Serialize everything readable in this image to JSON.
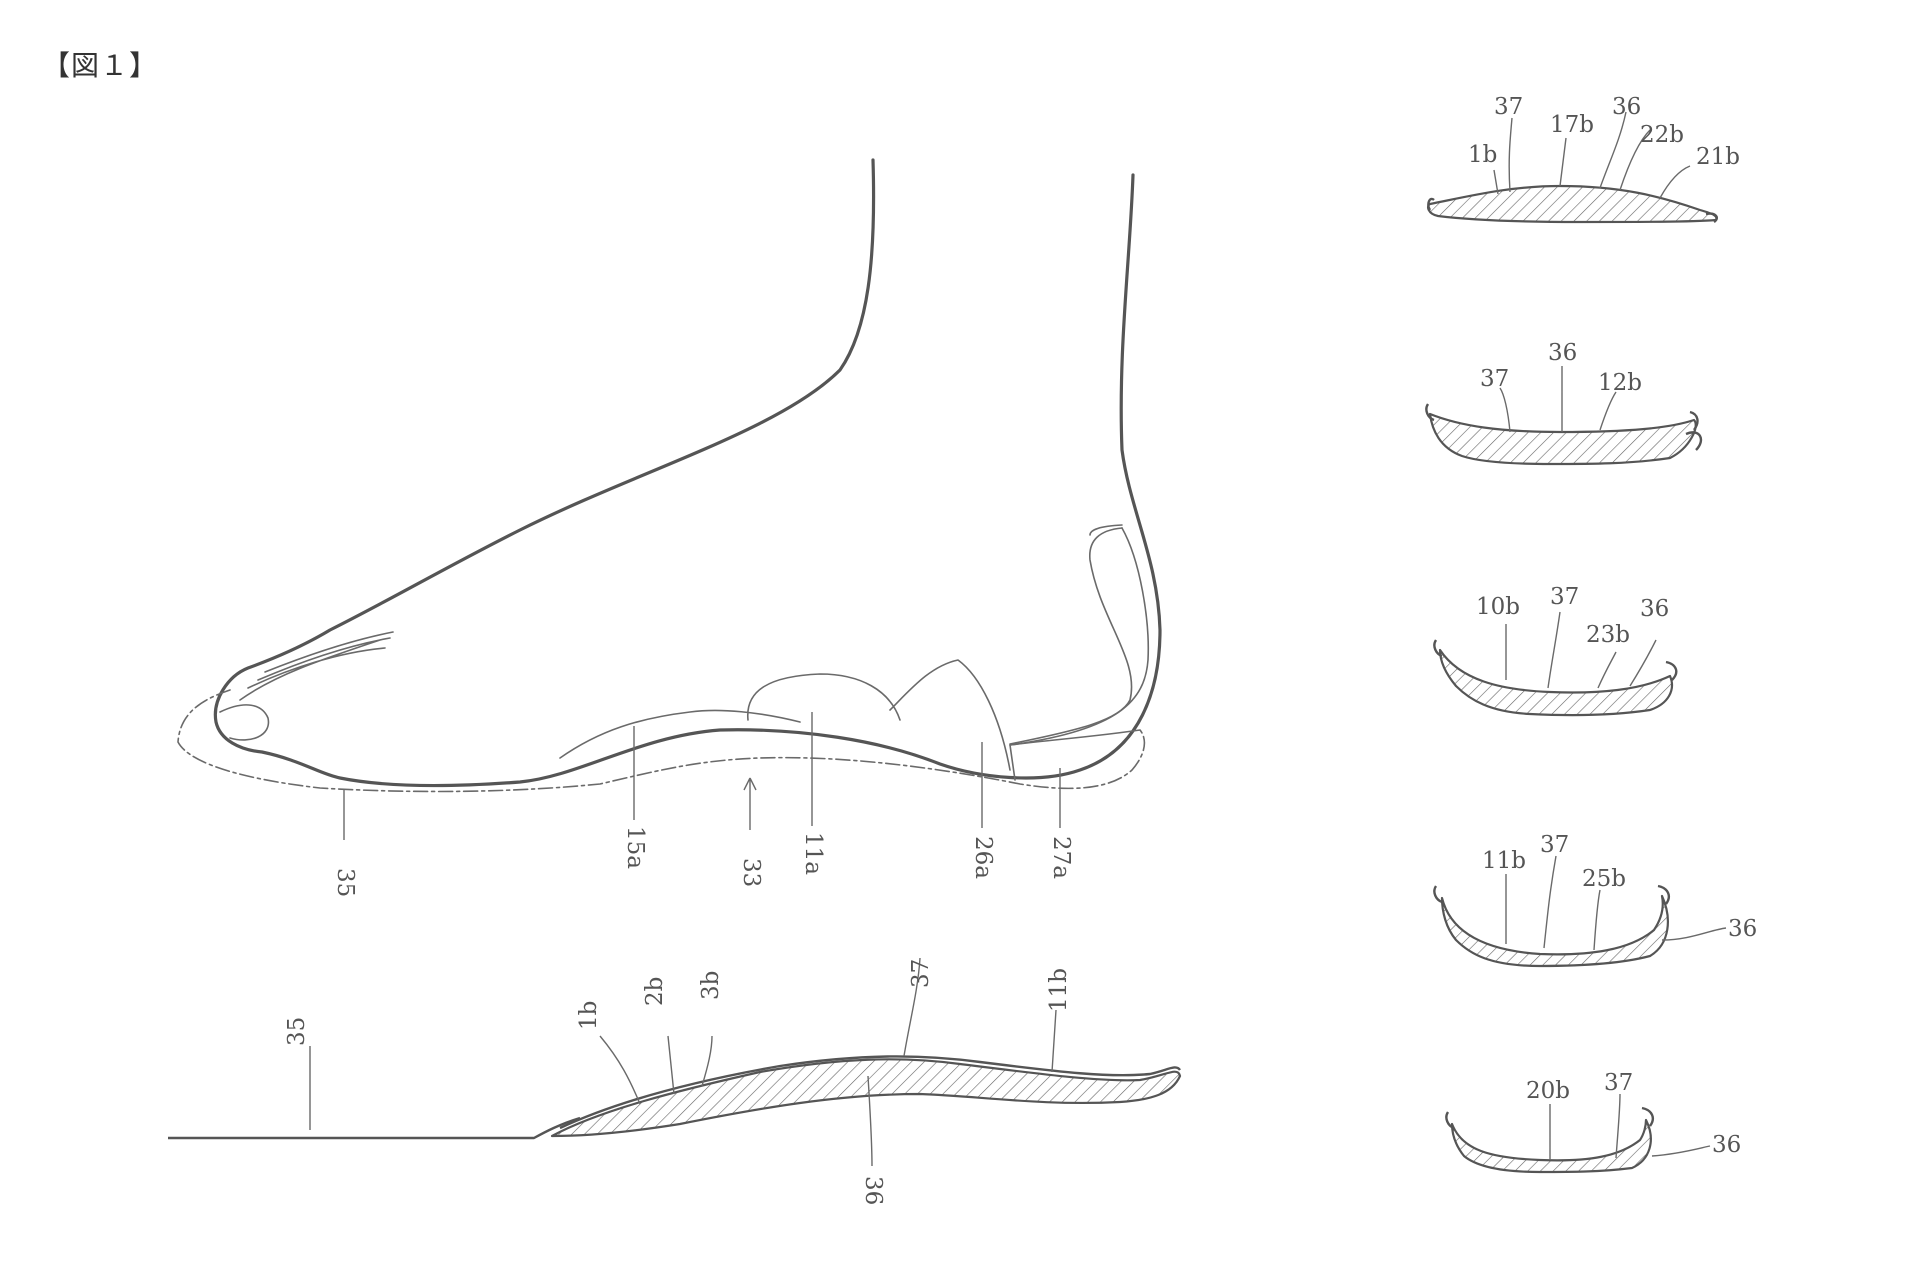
{
  "figure": {
    "title": "【図１】"
  },
  "side_view_labels": [
    "35",
    "15a",
    "33",
    "11a",
    "26a",
    "27a"
  ],
  "insole_labels": [
    "35",
    "1b",
    "2b",
    "3b",
    "37",
    "11b",
    "36"
  ],
  "sections": [
    {
      "labels": [
        "37",
        "36",
        "1b",
        "17b",
        "22b",
        "21b"
      ]
    },
    {
      "labels": [
        "36",
        "37",
        "12b"
      ]
    },
    {
      "labels": [
        "37",
        "36",
        "10b",
        "23b"
      ]
    },
    {
      "labels": [
        "37",
        "11b",
        "25b",
        "36"
      ]
    },
    {
      "labels": [
        "37",
        "20b",
        "36"
      ]
    }
  ],
  "colors": {
    "line": "#555555",
    "text": "#555555",
    "background": "#ffffff"
  }
}
